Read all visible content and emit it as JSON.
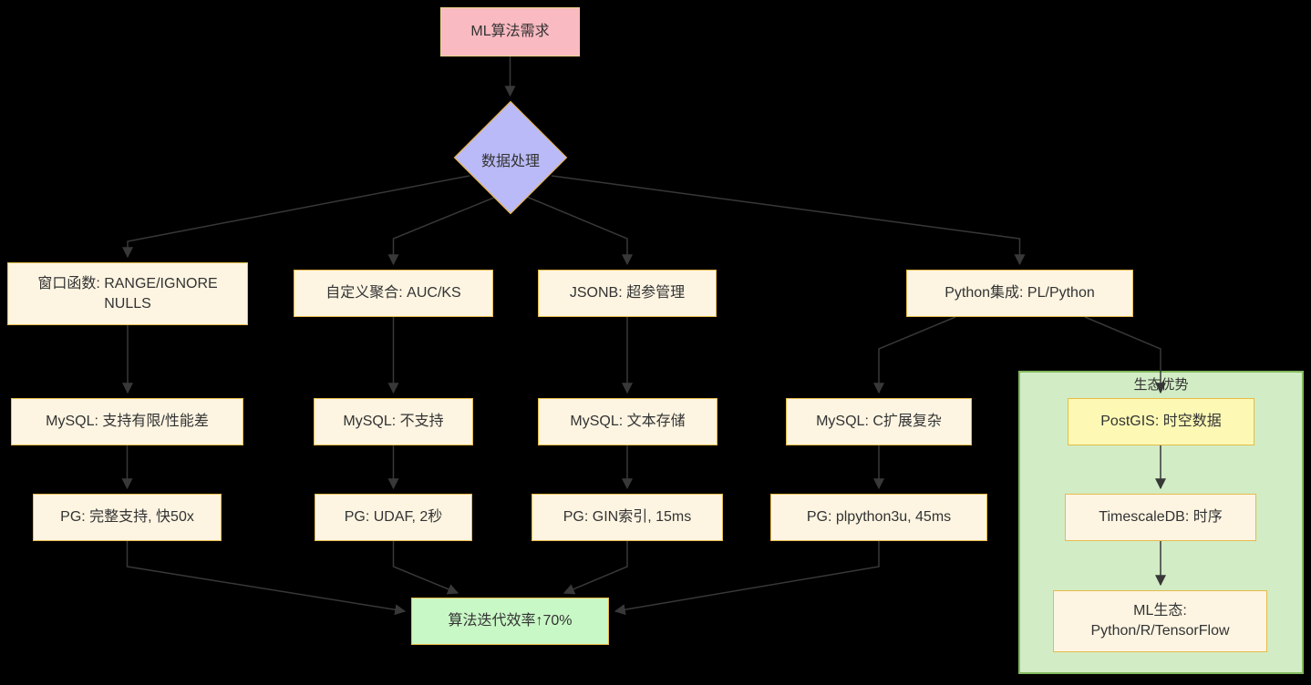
{
  "diagram_type": "flowchart",
  "colors": {
    "bg": "#000000",
    "text": "#333333",
    "edge": "#383838",
    "gold": "#e8bb49",
    "cream": "#fdf5e2",
    "pink": "#f9bac1",
    "pink-border": "#f0d589",
    "lavender": "#babaf8",
    "orange": "#eeb33b",
    "result-fill": "#c9f8c7",
    "yellow-fill": "#fdf9b5",
    "sub-fill": "#d2ecc5",
    "sub-border": "#82b95e"
  },
  "nodes": {
    "ml_need": {
      "label": "ML算法需求"
    },
    "decision": {
      "label": "数据处理"
    },
    "win_fn": {
      "label": "窗口函数: RANGE/IGNORE NULLS"
    },
    "custom_agg": {
      "label": "自定义聚合: AUC/KS"
    },
    "jsonb": {
      "label": "JSONB: 超参管理"
    },
    "py_int": {
      "label": "Python集成: PL/Python"
    },
    "mysql_win": {
      "label": "MySQL: 支持有限/性能差"
    },
    "mysql_agg": {
      "label": "MySQL: 不支持"
    },
    "mysql_jsonb": {
      "label": "MySQL: 文本存储"
    },
    "mysql_py": {
      "label": "MySQL: C扩展复杂"
    },
    "pg_win": {
      "label": "PG: 完整支持, 快50x"
    },
    "pg_agg": {
      "label": "PG: UDAF, 2秒"
    },
    "pg_jsonb": {
      "label": "PG: GIN索引, 15ms"
    },
    "pg_py": {
      "label": "PG: plpython3u, 45ms"
    },
    "result": {
      "label": "算法迭代效率↑70%"
    },
    "postgis": {
      "label": "PostGIS: 时空数据"
    },
    "timescale": {
      "label": "TimescaleDB: 时序"
    },
    "ml_eco": {
      "label": "ML生态:\nPython/R/TensorFlow"
    }
  },
  "subgraph": {
    "label": "生态优势"
  },
  "edges": [
    {
      "from": "ml_need",
      "to": "decision"
    },
    {
      "from": "decision",
      "to": "win_fn"
    },
    {
      "from": "decision",
      "to": "custom_agg"
    },
    {
      "from": "decision",
      "to": "jsonb"
    },
    {
      "from": "decision",
      "to": "py_int"
    },
    {
      "from": "win_fn",
      "to": "mysql_win"
    },
    {
      "from": "custom_agg",
      "to": "mysql_agg"
    },
    {
      "from": "jsonb",
      "to": "mysql_jsonb"
    },
    {
      "from": "py_int",
      "to": "mysql_py"
    },
    {
      "from": "py_int",
      "to": "postgis"
    },
    {
      "from": "mysql_win",
      "to": "pg_win"
    },
    {
      "from": "mysql_agg",
      "to": "pg_agg"
    },
    {
      "from": "mysql_jsonb",
      "to": "pg_jsonb"
    },
    {
      "from": "mysql_py",
      "to": "pg_py"
    },
    {
      "from": "pg_win",
      "to": "result"
    },
    {
      "from": "pg_agg",
      "to": "result"
    },
    {
      "from": "pg_jsonb",
      "to": "result"
    },
    {
      "from": "pg_py",
      "to": "result"
    },
    {
      "from": "postgis",
      "to": "timescale"
    },
    {
      "from": "timescale",
      "to": "ml_eco"
    }
  ]
}
